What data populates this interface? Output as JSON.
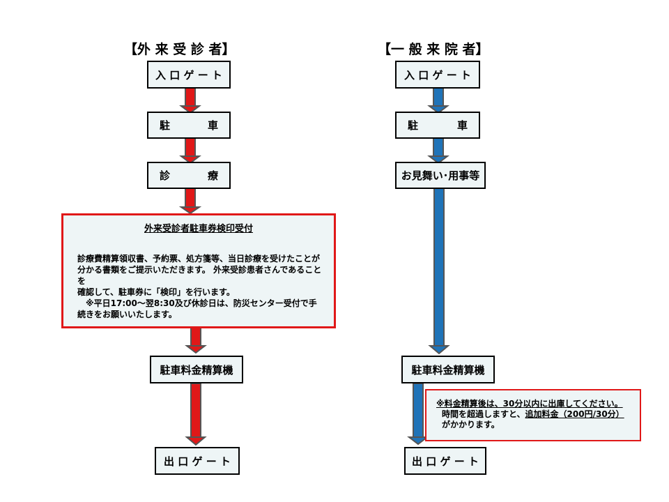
{
  "left": {
    "heading": "【外 来 受 診 者】",
    "entry_gate": "入 口 ゲ ー ト",
    "parking": {
      "left": "駐",
      "right": "車"
    },
    "treatment": {
      "left": "診",
      "right": "療"
    },
    "stamp_note": {
      "title": "外来受診者駐車券検印受付",
      "body_lines": [
        "診療費精算領収書、予約票、処方箋等、当日診療を受けたことが",
        "分かる書類をご提示いただきます。 外来受診患者さんであることを",
        "確認して、駐車券に「検印」を行います。",
        "　※平日17:00～翌8:30及び休診日は、防災センター受付で手",
        "続きをお願いいたします。"
      ]
    },
    "payment_machine": "駐車料金精算機",
    "exit_gate": "出 口 ゲ ー ト"
  },
  "right": {
    "heading": "【一 般 来 院 者】",
    "entry_gate": "入 口 ゲ ー ト",
    "parking": {
      "left": "駐",
      "right": "車"
    },
    "visit": "お見舞い･用事等",
    "payment_machine": "駐車料金精算機",
    "exit_gate": "出 口 ゲ ー ト",
    "note": {
      "line1": "※料金精算後は、30分以内に出庫してください。",
      "line2_prefix": "時間を超過しますと、",
      "line2_underlined": "追加料金（200円/30分）",
      "line3": "がかかります。"
    }
  },
  "colors": {
    "left_arrow": "#e01818",
    "right_arrow": "#1f73b8",
    "arrow_border": "#555555",
    "box_fill": "#eef5f6",
    "note_border": "#e01818"
  }
}
